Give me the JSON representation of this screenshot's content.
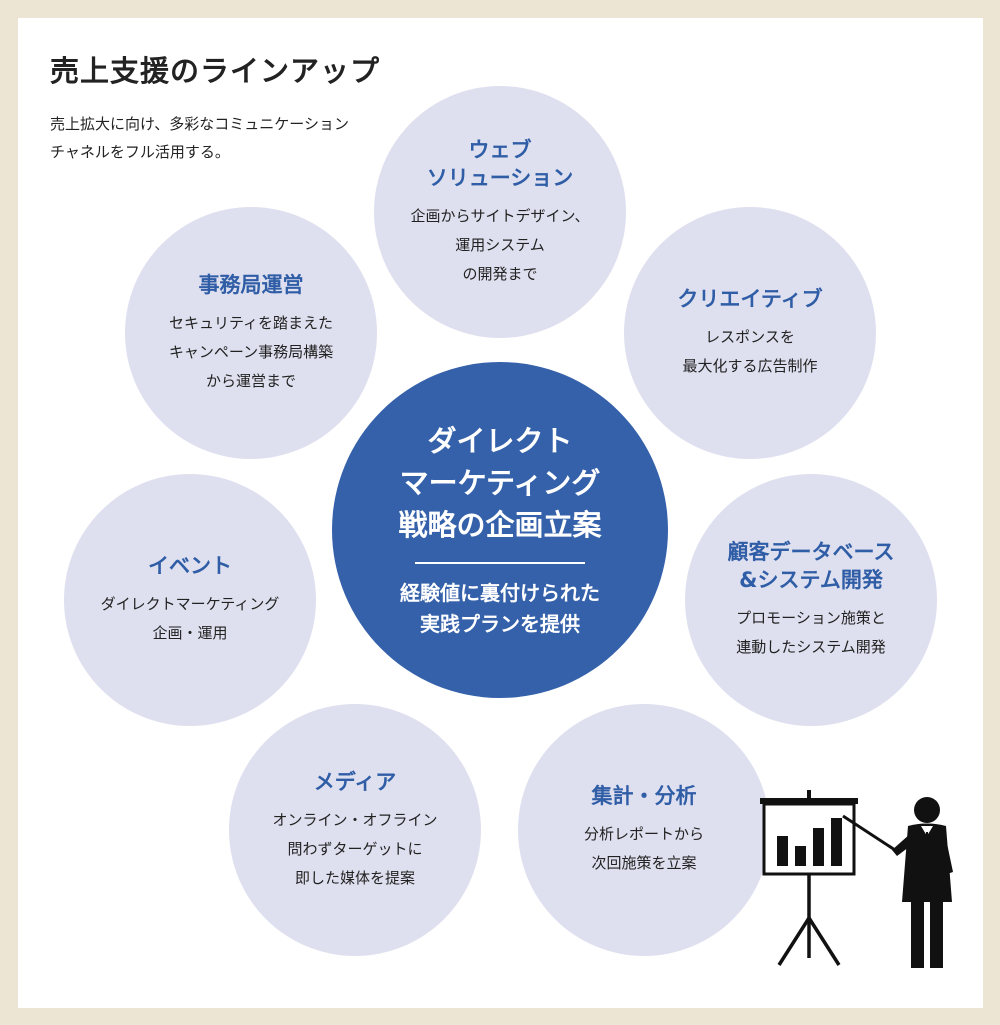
{
  "heading": "売上支援のラインアップ",
  "subtext": [
    "売上拡大に向け、多彩なコミュニケーション",
    "チャネルをフル活用する。"
  ],
  "center": {
    "title": [
      "ダイレクト",
      "マーケティング",
      "戦略の企画立案"
    ],
    "desc": [
      "経験値に裏付けられた",
      "実践プランを提供"
    ]
  },
  "circles": [
    {
      "title": [
        "ウェブ",
        "ソリューション"
      ],
      "desc": [
        "企画からサイトデザイン、",
        "運用システム",
        "の開発まで"
      ]
    },
    {
      "title": [
        "クリエイティブ"
      ],
      "desc": [
        "レスポンスを",
        "最大化する広告制作"
      ]
    },
    {
      "title": [
        "顧客データベース",
        "&システム開発"
      ],
      "desc": [
        "プロモーション施策と",
        "連動したシステム開発"
      ]
    },
    {
      "title": [
        "集計・分析"
      ],
      "desc": [
        "分析レポートから",
        "次回施策を立案"
      ]
    },
    {
      "title": [
        "メディア"
      ],
      "desc": [
        "オンライン・オフライン",
        "問わずターゲットに",
        "即した媒体を提案"
      ]
    },
    {
      "title": [
        "イベント"
      ],
      "desc": [
        "ダイレクトマーケティング",
        "企画・運用"
      ]
    },
    {
      "title": [
        "事務局運営"
      ],
      "desc": [
        "セキュリティを踏まえた",
        "キャンペーン事務局構築",
        "から運営まで"
      ]
    }
  ],
  "colors": {
    "accent": "#2f5da6",
    "center_fill": "#3461aa",
    "circle_fill": "#dfe0ef",
    "frame": "#ece5d3"
  },
  "icons": [
    "presenter-chart-icon"
  ]
}
